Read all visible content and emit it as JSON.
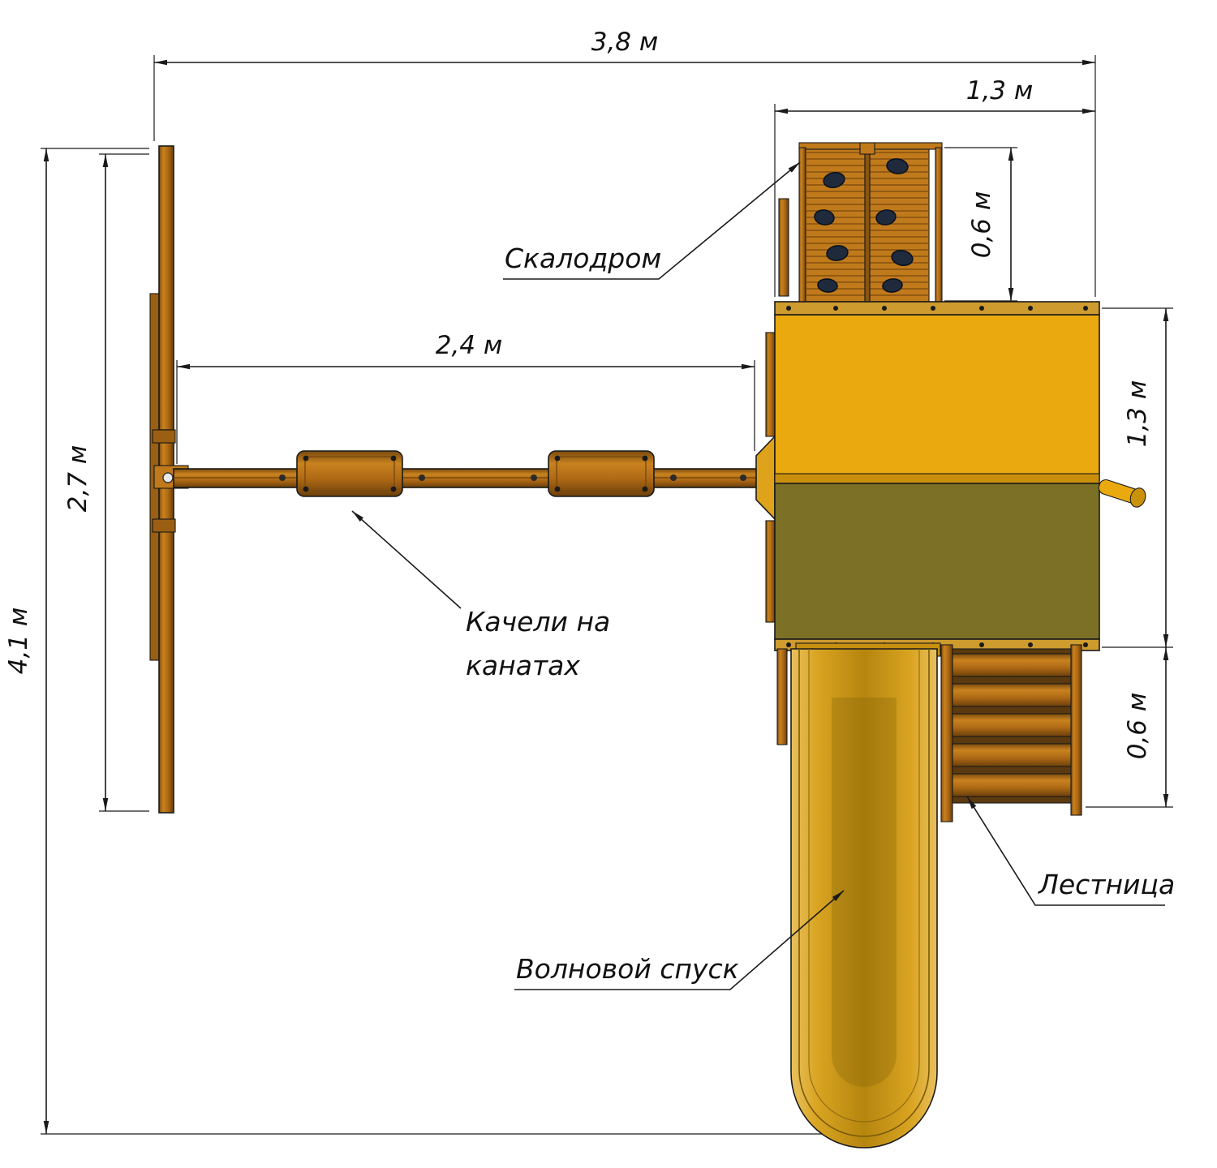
{
  "drawing": {
    "title": "Playground top-view dimensional drawing",
    "labels": {
      "climbing_wall": "Скалодром",
      "swings_line1": "Качели на",
      "swings_line2": "канатах",
      "wave_slide": "Волновой спуск",
      "ladder": "Лестница"
    },
    "dimensions": {
      "total_width": "3,8 м",
      "tower_width": "1,3 м",
      "climbwall_depth": "0,6 м",
      "swing_beam_length": "2,4 м",
      "tower_depth": "1,3 м",
      "ladder_depth": "0,6 м",
      "swing_frame_span": "2,7 м",
      "total_depth": "4,1 м"
    },
    "colors": {
      "outline": "#1a1a1a",
      "wood_orange": "#C17A1B",
      "wood_dark": "#7A4A0E",
      "platform_upper": "#E9A90F",
      "platform_lower": "#7C7026",
      "slide_yellow": "#D9A421",
      "climbing_holds": "#1F2B3C",
      "stairs_shadow": "#5C3A10"
    }
  }
}
